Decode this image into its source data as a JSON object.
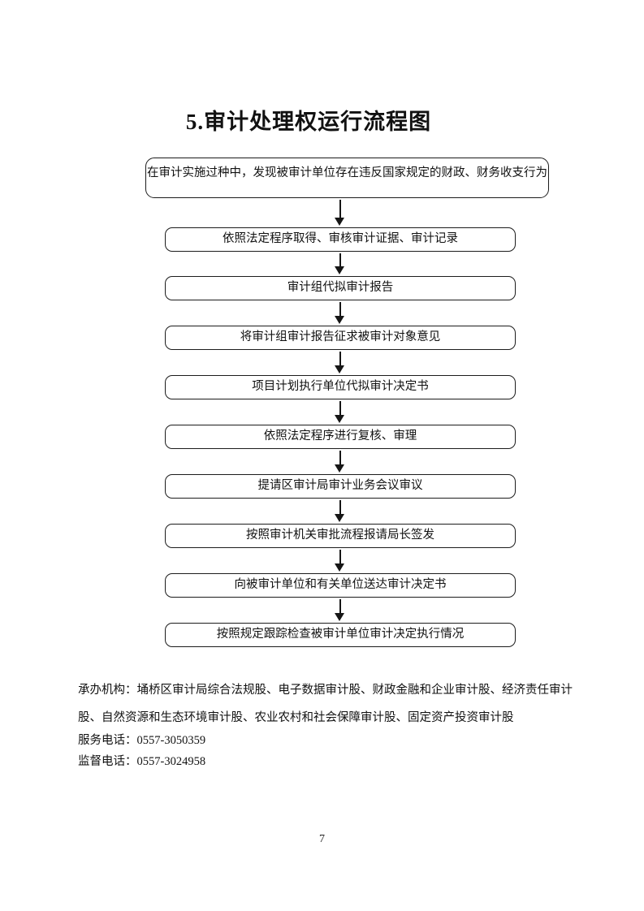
{
  "page": {
    "title": "5.审计处理权运行流程图",
    "page_number": "7"
  },
  "flowchart": {
    "start": "在审计实施过种中，发现被审计单位存在违反国家规定的财政、财务收支行为",
    "steps": [
      "依照法定程序取得、审核审计证据、审计记录",
      "审计组代拟审计报告",
      "将审计组审计报告征求被审计对象意见",
      "项目计划执行单位代拟审计决定书",
      "依照法定程序进行复核、审理",
      "提请区审计局审计业务会议审议",
      "按照审计机关审批流程报请局长签发",
      "向被审计单位和有关单位送达审计决定书",
      "按照规定跟踪检查被审计单位审计决定执行情况"
    ]
  },
  "footer": {
    "lines": [
      "承办机构：埇桥区审计局综合法规股、电子数据审计股、财政金融和企业审计股、经济责任审计",
      "股、自然资源和生态环境审计股、农业农村和社会保障审计股、固定资产投资审计股",
      "服务电话：0557-3050359",
      "监督电话：0557-3024958"
    ]
  },
  "colors": {
    "text": "#111111",
    "border": "#1c1c1c",
    "background": "#ffffff"
  }
}
